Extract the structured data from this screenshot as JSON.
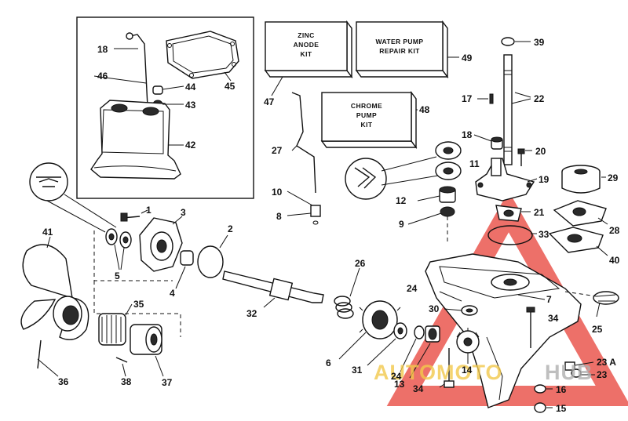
{
  "kits": {
    "zinc_anode": [
      "ZINC",
      "ANODE",
      "KIT"
    ],
    "water_pump": [
      "WATER PUMP",
      "REPAIR KIT"
    ],
    "chrome_pump": [
      "CHROME",
      "PUMP",
      "KIT"
    ]
  },
  "labels": {
    "l1": "1",
    "l2": "2",
    "l3": "3",
    "l4": "4",
    "l5": "5",
    "l6": "6",
    "l7": "7",
    "l8": "8",
    "l9": "9",
    "l10": "10",
    "l11": "11",
    "l12": "12",
    "l13": "13",
    "l14": "14",
    "l15": "15",
    "l16": "16",
    "l17": "17",
    "l18a": "18",
    "l18b": "18",
    "l19": "19",
    "l20": "20",
    "l21": "21",
    "l22": "22",
    "l23": "23",
    "l23a": "23 A",
    "l24a": "24",
    "l24b": "24",
    "l25": "25",
    "l26": "26",
    "l27": "27",
    "l28": "28",
    "l29": "29",
    "l30": "30",
    "l31": "31",
    "l32": "32",
    "l33": "33",
    "l34a": "34",
    "l34b": "34",
    "l35": "35",
    "l36": "36",
    "l37": "37",
    "l38": "38",
    "l39": "39",
    "l40": "40",
    "l41": "41",
    "l42": "42",
    "l43": "43",
    "l44": "44",
    "l45": "45",
    "l46": "46",
    "l47": "47",
    "l48": "48",
    "l49": "49"
  },
  "watermark": {
    "text_left": "AUTOMOTO",
    "text_right": "HUB",
    "color_left": "#f2c94c",
    "color_right": "#b0b0b0",
    "triangle_color": "#e8453c"
  }
}
